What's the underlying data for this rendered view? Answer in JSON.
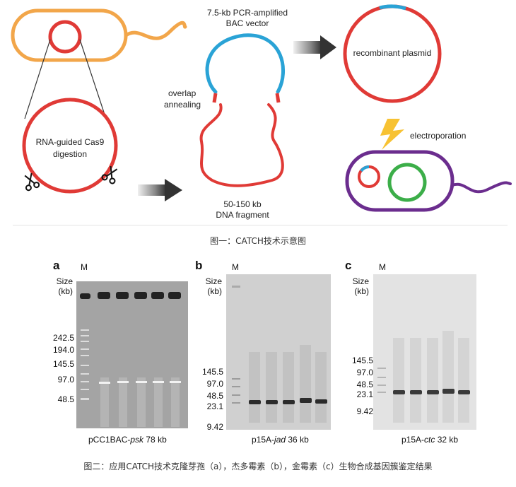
{
  "figure1": {
    "labels": {
      "pcr_vector": [
        "7.5-kb PCR-amplified",
        "BAC vector"
      ],
      "overlap": [
        "overlap",
        "annealing"
      ],
      "cas9": [
        "RNA-guided Cas9",
        "digestion"
      ],
      "fragment": [
        "50-150 kb",
        "DNA fragment"
      ],
      "plasmid": "recombinant plasmid",
      "electroporation": "electroporation"
    },
    "colors": {
      "red": "#e03a36",
      "blue": "#2aa3d6",
      "orange": "#f2a64a",
      "purple": "#6b2d8e",
      "green": "#3cae49",
      "arrow": "#3a3a3a",
      "lightning": "#f7c233"
    },
    "icons": [
      "scissors-icon",
      "lightning-icon",
      "arrow-icon"
    ],
    "caption": "图一：CATCH技术示意图"
  },
  "figure2": {
    "caption": "图二：应用CATCH技术克隆芽孢（a），杰多霉素（b），金霉素（c）生物合成基因簇鉴定结果",
    "panels": [
      {
        "letter": "a",
        "marker": "M",
        "size_label": [
          "Size",
          "(kb)"
        ],
        "ticks": [
          "242.5",
          "194.0",
          "145.5",
          "97.0",
          "48.5"
        ],
        "caption_main": "pCC1BAC-",
        "caption_italic": "psk",
        "caption_tail": " 78 kb"
      },
      {
        "letter": "b",
        "marker": "M",
        "size_label": [
          "Size",
          "(kb)"
        ],
        "ticks": [
          "145.5",
          "97.0",
          "48.5",
          "23.1",
          "9.42"
        ],
        "caption_main": "p15A-",
        "caption_italic": "jad",
        "caption_tail": " 36 kb"
      },
      {
        "letter": "c",
        "marker": "M",
        "size_label": [
          "Size",
          "(kb)"
        ],
        "ticks": [
          "145.5",
          "97.0",
          "48.5",
          "23.1",
          "9.42"
        ],
        "caption_main": "p15A-",
        "caption_italic": "ctc",
        "caption_tail": " 32 kb"
      }
    ]
  }
}
